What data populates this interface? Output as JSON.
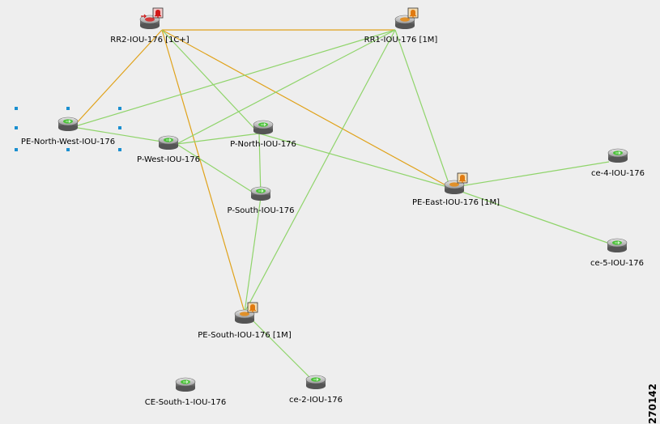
{
  "colors": {
    "green_link": "#8fd46a",
    "orange_link": "#e0a21a",
    "background": "#eeeeee",
    "selection": "#1a8fd0"
  },
  "nodes": [
    {
      "id": "rr2",
      "label": "RR2-IOU-176 [1C+]",
      "status": "critical",
      "alarm": "red-bell-icon"
    },
    {
      "id": "rr1",
      "label": "RR1-IOU-176 [1M]",
      "status": "major",
      "alarm": "orange-bell-icon"
    },
    {
      "id": "pe-nw",
      "label": "PE-North-West-IOU-176",
      "status": "ok",
      "selected": true
    },
    {
      "id": "p-north",
      "label": "P-North-IOU-176",
      "status": "ok"
    },
    {
      "id": "p-west",
      "label": "P-West-IOU-176",
      "status": "ok"
    },
    {
      "id": "p-south",
      "label": "P-South-IOU-176",
      "status": "ok"
    },
    {
      "id": "pe-east",
      "label": "PE-East-IOU-176 [1M]",
      "status": "major",
      "alarm": "orange-bell-icon"
    },
    {
      "id": "ce-4",
      "label": "ce-4-IOU-176",
      "status": "ok"
    },
    {
      "id": "ce-5",
      "label": "ce-5-IOU-176",
      "status": "ok"
    },
    {
      "id": "pe-south",
      "label": "PE-South-IOU-176 [1M]",
      "status": "major",
      "alarm": "orange-bell-icon"
    },
    {
      "id": "ce-south-1",
      "label": "CE-South-1-IOU-176",
      "status": "ok"
    },
    {
      "id": "ce-2",
      "label": "ce-2-IOU-176",
      "status": "ok"
    }
  ],
  "links": [
    {
      "from": "rr2",
      "to": "rr1",
      "type": "orange"
    },
    {
      "from": "rr2",
      "to": "pe-nw",
      "type": "orange"
    },
    {
      "from": "rr2",
      "to": "pe-south",
      "type": "orange"
    },
    {
      "from": "rr2",
      "to": "pe-east",
      "type": "orange"
    },
    {
      "from": "rr2",
      "to": "p-north",
      "type": "green"
    },
    {
      "from": "rr1",
      "to": "pe-nw",
      "type": "green"
    },
    {
      "from": "rr1",
      "to": "p-west",
      "type": "green"
    },
    {
      "from": "rr1",
      "to": "pe-south",
      "type": "green"
    },
    {
      "from": "rr1",
      "to": "pe-east",
      "type": "green"
    },
    {
      "from": "pe-nw",
      "to": "p-west",
      "type": "green"
    },
    {
      "from": "p-west",
      "to": "p-north",
      "type": "green"
    },
    {
      "from": "p-west",
      "to": "p-south",
      "type": "green"
    },
    {
      "from": "p-north",
      "to": "p-south",
      "type": "green"
    },
    {
      "from": "p-north",
      "to": "pe-east",
      "type": "green"
    },
    {
      "from": "p-south",
      "to": "pe-south",
      "type": "green"
    },
    {
      "from": "pe-east",
      "to": "ce-4",
      "type": "green"
    },
    {
      "from": "pe-east",
      "to": "ce-5",
      "type": "green"
    },
    {
      "from": "pe-south",
      "to": "ce-2",
      "type": "green"
    }
  ],
  "figure_id": "270142"
}
